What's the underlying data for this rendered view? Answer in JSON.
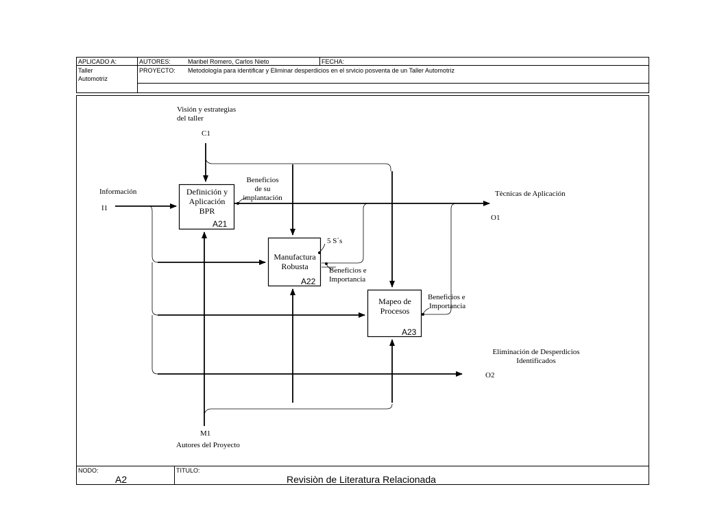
{
  "header": {
    "aplicado_label": "APLICADO A:",
    "aplicado_value_line1": "Taller",
    "aplicado_value_line2": "Automotriz",
    "autores_label": "AUTORES:",
    "autores_value": "Maribel Romero, Carlos Nieto",
    "fecha_label": "FECHA:",
    "proyecto_label": "PROYECTO:",
    "proyecto_value": "Metodología para identificar y Eliminar desperdicios en el srvicio posventa de un Taller Automotriz"
  },
  "diagram": {
    "control_label_line1": "Visión y estrategias",
    "control_label_line2": "del  taller",
    "control_code": "C1",
    "input_label": "Información",
    "input_code": "I1",
    "mechanism_code": "M1",
    "mechanism_label": "Autores del Proyecto",
    "output1_label": "Tècnicas de Aplicación",
    "output1_code": "O1",
    "output2_label_line1": "Eliminación de Desperdicios",
    "output2_label_line2": "Identificados",
    "output2_code": "O2",
    "boxes": [
      {
        "line1": "Definición y",
        "line2": "Aplicación",
        "line3": "BPR",
        "id": "A21"
      },
      {
        "line1": "Manufactura",
        "line2": "Robusta",
        "id": "A22"
      },
      {
        "line1": "Mapeo de",
        "line2": "Procesos",
        "id": "A23"
      }
    ],
    "annot_a21_line1": "Beneficios",
    "annot_a21_line2": "de su",
    "annot_a21_line3": "implantación",
    "annot_a22_top": "5 S´s",
    "annot_a22_line1": "Beneficios e",
    "annot_a22_line2": "Importancia",
    "annot_a23_line1": "Beneficios e",
    "annot_a23_line2": "Importancia"
  },
  "footer": {
    "nodo_label": "NODO:",
    "nodo_value": "A2",
    "titulo_label": "TITULO:",
    "titulo_value": "Revisiòn de Literatura Relacionada"
  }
}
